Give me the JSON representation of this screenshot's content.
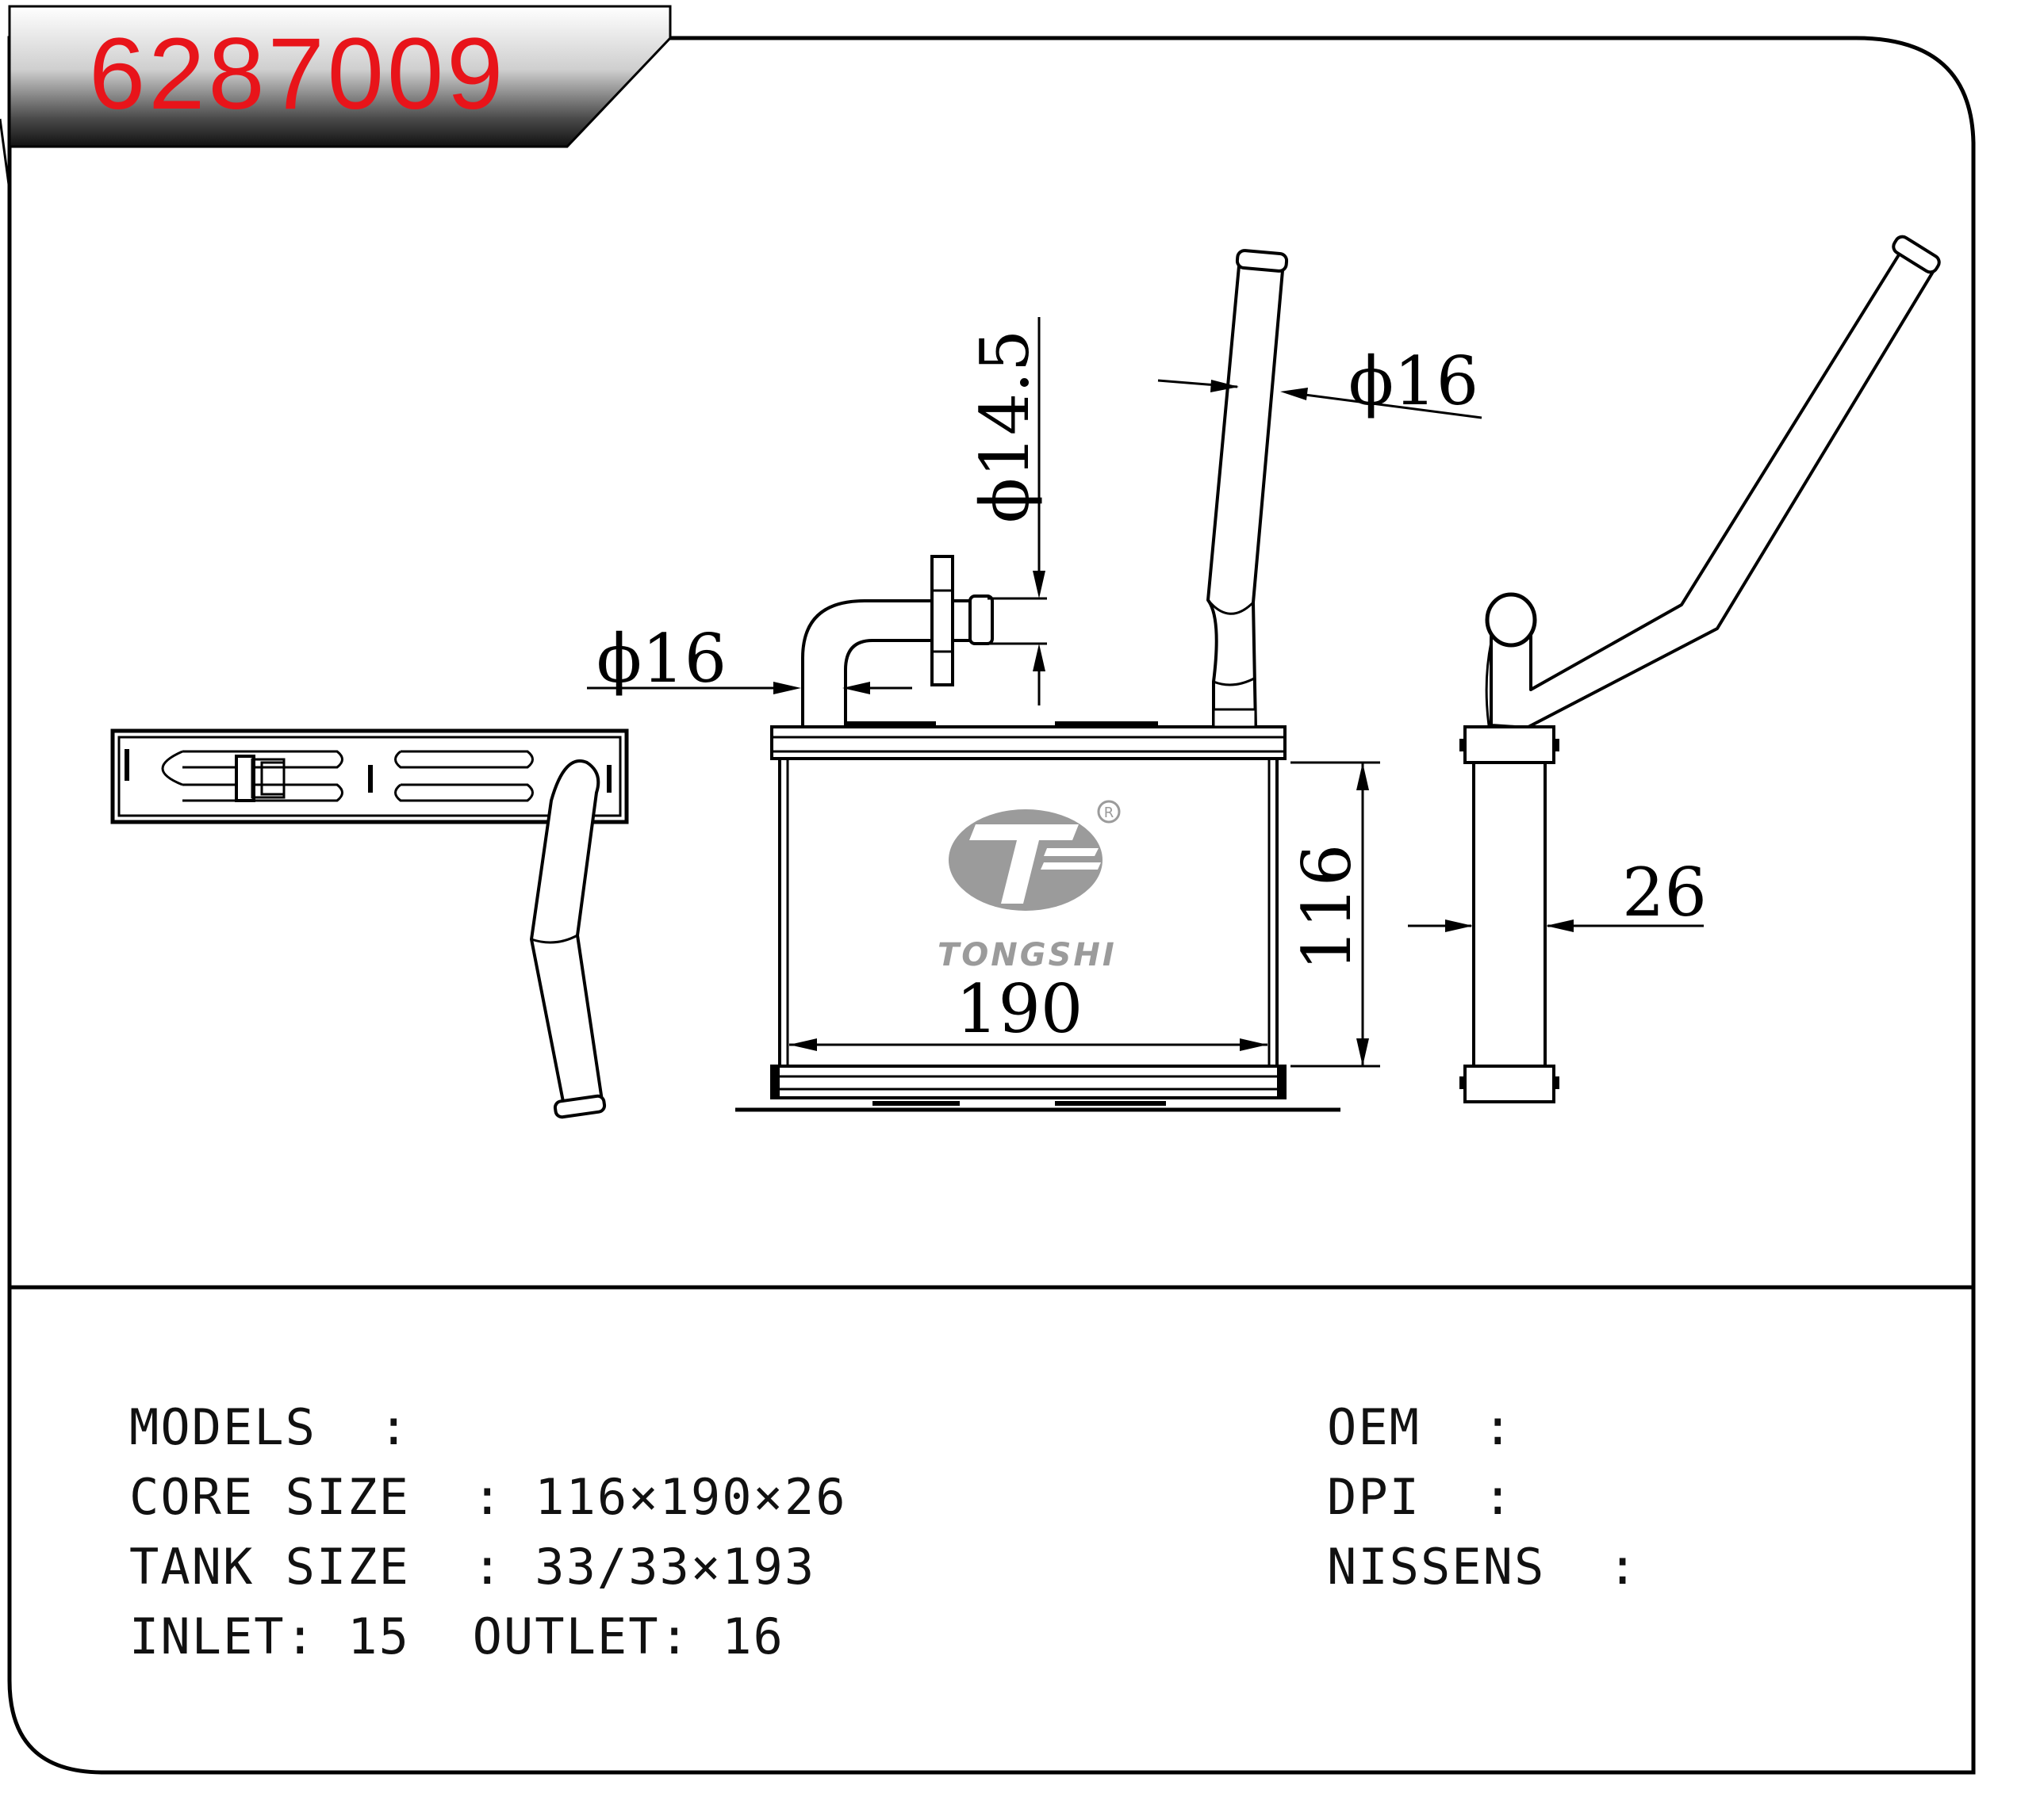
{
  "part_number": "6287009",
  "brand": "TONGSHI",
  "dimensions": {
    "inlet_pipe_diameter": "ϕ16",
    "flange_diameter": "ϕ14.5",
    "outlet_pipe_diameter": "ϕ16",
    "core_height": "116",
    "core_width": "190",
    "core_depth": "26"
  },
  "specs": {
    "models_label": "MODELS  :",
    "core_size": "CORE SIZE  : 116×190×26",
    "tank_size": "TANK SIZE  : 33/33×193",
    "inlet_outlet": "INLET: 15  OUTLET: 16",
    "oem_label": "OEM  :",
    "dpi_label": "DPI  :",
    "nissens_label": "NISSENS  :"
  }
}
